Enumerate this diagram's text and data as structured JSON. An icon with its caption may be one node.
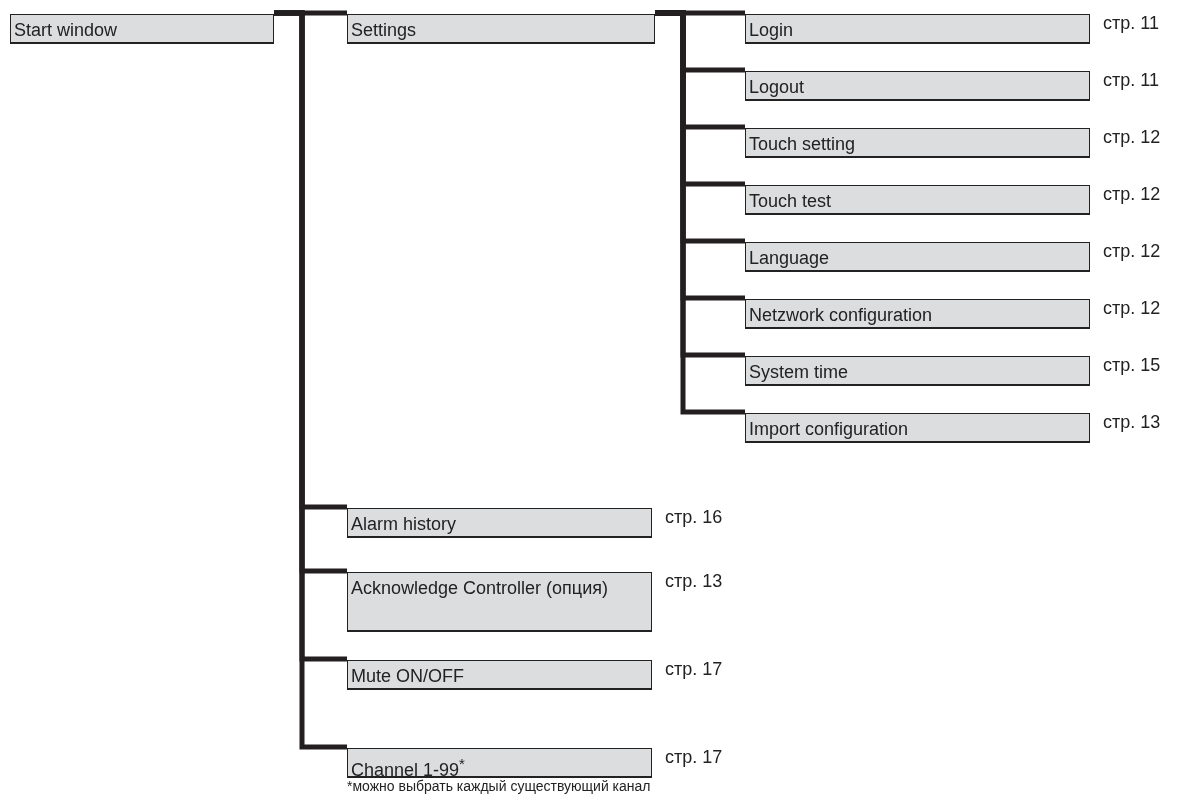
{
  "diagram": {
    "nodes": [
      {
        "text": [
          "Start window"
        ]
      },
      {
        "text": [
          "Settings"
        ]
      },
      {
        "text": [
          "Login"
        ],
        "beside": [
          "стр. 11"
        ]
      },
      {
        "text": [
          "Logout"
        ],
        "beside": [
          "стр. 11"
        ]
      },
      {
        "text": [
          "Touch setting"
        ],
        "beside": [
          "стр. 12"
        ]
      },
      {
        "text": [
          "Touch test"
        ],
        "beside": [
          "стр. 12"
        ]
      },
      {
        "text": [
          "Language"
        ],
        "beside": [
          "стр. 12"
        ]
      },
      {
        "text": [
          "Netzwork configuration"
        ],
        "beside": [
          "стр. 12"
        ]
      },
      {
        "text": [
          "System time"
        ],
        "beside": [
          "стр. 15"
        ]
      },
      {
        "text": [
          "Import configuration"
        ],
        "beside": [
          "стр. 13"
        ]
      },
      {
        "text": [
          "Alarm history"
        ],
        "beside": [
          "стр. 16"
        ]
      },
      {
        "text": [
          "Acknowledge Controller (опция)"
        ],
        "beside": [
          "стр. 13"
        ]
      },
      {
        "text": [
          "Mute ON/OFF"
        ],
        "beside": [
          "стр. 17"
        ]
      },
      {
        "text": [
          "Channel 1-99$^{*}$"
        ],
        "beside": [
          "стр. 17"
        ]
      }
    ],
    "edges": [
      {
        "from": 0,
        "to": 1,
        "arrow": "none"
      },
      {
        "from": 1,
        "to": 2,
        "arrow": "none"
      },
      {
        "from": 1,
        "to": 3,
        "arrow": "none"
      },
      {
        "from": 1,
        "to": 4,
        "arrow": "none"
      },
      {
        "from": 1,
        "to": 5,
        "arrow": "none"
      },
      {
        "from": 1,
        "to": 6,
        "arrow": "none"
      },
      {
        "from": 1,
        "to": 7,
        "arrow": "none"
      },
      {
        "from": 1,
        "to": 8,
        "arrow": "none"
      },
      {
        "from": 1,
        "to": 9,
        "arrow": "none"
      },
      {
        "from": 0,
        "to": 10,
        "arrow": "none"
      },
      {
        "from": 0,
        "to": 11,
        "arrow": "none"
      },
      {
        "from": 0,
        "to": 12,
        "arrow": "none"
      },
      {
        "from": 0,
        "to": 13,
        "arrow": "none"
      }
    ],
    "labels": [
      "*можно выбрать каждый существующий канал"
    ]
  }
}
